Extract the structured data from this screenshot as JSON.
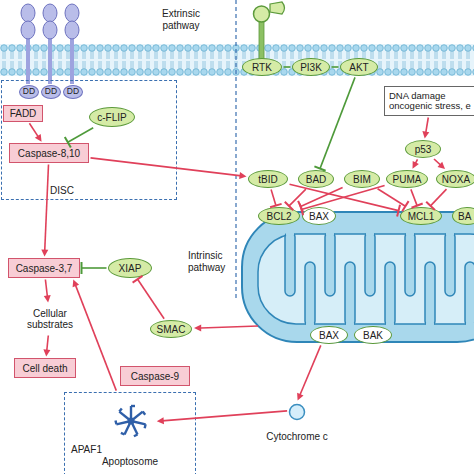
{
  "diagram": {
    "nodes": [
      {
        "text": [
          "DISC"
        ]
      },
      {
        "text": [
          "DD"
        ],
        "in": 0
      },
      {
        "text": [
          "DD"
        ],
        "in": 0
      },
      {
        "text": [
          "DD"
        ],
        "in": 0
      },
      {
        "text": [
          "FADD"
        ],
        "in": 0
      },
      {
        "text": [
          "c-FLIP"
        ],
        "in": 0
      },
      {
        "text": [
          "Caspase-8,10"
        ],
        "in": 0
      },
      {
        "text": [
          "Caspase-3,7"
        ]
      },
      {
        "text": [
          "XIAP"
        ]
      },
      {
        "text": [
          "Cellular substrates"
        ]
      },
      {
        "text": [
          "Cell death"
        ]
      },
      {
        "text": [
          "RTK"
        ]
      },
      {
        "text": [
          "PI3K"
        ]
      },
      {
        "text": [
          "AKT"
        ]
      },
      {
        "text": [
          "DNA damage oncogenic stress, e"
        ]
      },
      {
        "text": [
          "p53"
        ]
      },
      {
        "text": [
          "tBID"
        ]
      },
      {
        "text": [
          "BAD"
        ]
      },
      {
        "text": [
          "BIM"
        ]
      },
      {
        "text": [
          "PUMA"
        ]
      },
      {
        "text": [
          "NOXA"
        ]
      },
      {
        "text": [
          "BCL2"
        ]
      },
      {
        "text": [
          "BAX"
        ]
      },
      {
        "text": [
          "MCL1"
        ]
      },
      {
        "text": [
          "BA"
        ]
      },
      {
        "text": [
          "SMAC"
        ]
      },
      {
        "text": [
          "BAX"
        ]
      },
      {
        "text": [
          "BAK"
        ]
      },
      {
        "text": [
          "Caspase-9"
        ]
      },
      {
        "text": [
          "Apoptosome"
        ]
      },
      {
        "text": [
          "APAF1"
        ],
        "in": 29
      },
      {
        "text": [
          "Cytochrome c"
        ]
      }
    ],
    "edges": [
      {
        "from": 4,
        "to": 6,
        "arrow": "to"
      },
      {
        "from": 5,
        "to": 6,
        "arrow": "to"
      },
      {
        "from": 6,
        "to": 16,
        "arrow": "to"
      },
      {
        "from": 6,
        "to": 7,
        "arrow": "to"
      },
      {
        "from": 8,
        "to": 7,
        "arrow": "to"
      },
      {
        "from": 7,
        "to": 9,
        "arrow": "to"
      },
      {
        "from": 9,
        "to": 10,
        "arrow": "to"
      },
      {
        "from": 29,
        "to": 7,
        "arrow": "to"
      },
      {
        "from": 25,
        "to": 8,
        "arrow": "to"
      },
      {
        "from": 31,
        "to": 30,
        "arrow": "to"
      },
      {
        "from": 26,
        "to": 31,
        "arrow": "to"
      },
      {
        "from": 11,
        "to": 12,
        "arrow": "none"
      },
      {
        "from": 12,
        "to": 13,
        "arrow": "none"
      },
      {
        "from": 13,
        "to": 17,
        "arrow": "to"
      },
      {
        "from": 14,
        "to": 15,
        "arrow": "to"
      },
      {
        "from": 15,
        "to": 19,
        "arrow": "to"
      },
      {
        "from": 15,
        "to": 20,
        "arrow": "to"
      },
      {
        "from": 16,
        "to": 21,
        "arrow": "to"
      },
      {
        "from": 16,
        "to": 23,
        "arrow": "to"
      },
      {
        "from": 17,
        "to": 21,
        "arrow": "to"
      },
      {
        "from": 18,
        "to": 21,
        "arrow": "to"
      },
      {
        "from": 18,
        "to": 23,
        "arrow": "to"
      },
      {
        "from": 19,
        "to": 21,
        "arrow": "to"
      },
      {
        "from": 19,
        "to": 23,
        "arrow": "to"
      },
      {
        "from": 20,
        "to": 23,
        "arrow": "to"
      }
    ],
    "labels": [
      "Extrinsic pathway",
      "Intrinsic pathway"
    ]
  }
}
